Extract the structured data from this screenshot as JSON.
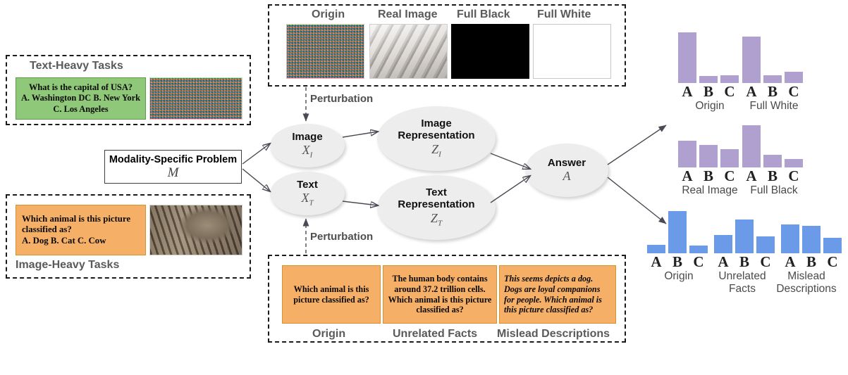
{
  "left_panels": {
    "text_heavy": {
      "label": "Text-Heavy Tasks",
      "question": "What is the capital of USA?\nA. Washington DC B. New York C. Los Angeles",
      "image_name": "noise-image"
    },
    "image_heavy": {
      "label": "Image-Heavy Tasks",
      "question": "Which animal is this picture classified as?\nA. Dog B. Cat C. Cow",
      "image_name": "cat-photo"
    }
  },
  "modality_box": {
    "title": "Modality-Specific Problem",
    "symbol": "M"
  },
  "image_perturbations": {
    "items": [
      {
        "label": "Origin",
        "kind": "noise"
      },
      {
        "label": "Real Image",
        "kind": "photo"
      },
      {
        "label": "Full Black",
        "kind": "black"
      },
      {
        "label": "Full White",
        "kind": "white"
      }
    ]
  },
  "text_perturbations": {
    "items": [
      {
        "label": "Origin",
        "text": "Which animal is this picture classified as?",
        "italic": false
      },
      {
        "label": "Unrelated Facts",
        "text": "The human body contains around 37.2 trillion cells. Which animal is this picture classified as?",
        "italic": false
      },
      {
        "label": "Mislead Descriptions",
        "text": "This seems depicts a dog. Dogs are loyal companions for people. Which animal is this picture classified as?",
        "italic": true
      }
    ]
  },
  "flow": {
    "perturbation_label_top": "Perturbation",
    "perturbation_label_bottom": "Perturbation",
    "nodes": [
      {
        "id": "image",
        "label": "Image",
        "symbol": "X",
        "sub": "I"
      },
      {
        "id": "text",
        "label": "Text",
        "symbol": "X",
        "sub": "T"
      },
      {
        "id": "image_rep",
        "label": "Image Representation",
        "symbol": "Z",
        "sub": "I"
      },
      {
        "id": "text_rep",
        "label": "Text Representation",
        "symbol": "Z",
        "sub": "T"
      },
      {
        "id": "answer",
        "label": "Answer",
        "symbol": "A",
        "sub": ""
      }
    ]
  },
  "colors": {
    "purple": "#AFA0D0",
    "blue": "#6B9BE8",
    "green": "#8FC878",
    "orange": "#F5AF66",
    "label_gray": "#5a5a5a",
    "arrow": "#4a4a55"
  },
  "chart_data": [
    {
      "type": "bar",
      "title": "Origin",
      "group": "image-perturbation-results",
      "categories": [
        "A",
        "B",
        "C"
      ],
      "values": [
        100,
        13,
        14
      ],
      "ylim": [
        0,
        100
      ],
      "color": "#AFA0D0",
      "xlabel": "",
      "ylabel": "",
      "grid": false,
      "legend": "none"
    },
    {
      "type": "bar",
      "title": "Full White",
      "group": "image-perturbation-results",
      "categories": [
        "A",
        "B",
        "C"
      ],
      "values": [
        91,
        15,
        22
      ],
      "ylim": [
        0,
        100
      ],
      "color": "#AFA0D0",
      "xlabel": "",
      "ylabel": "",
      "grid": false,
      "legend": "none"
    },
    {
      "type": "bar",
      "title": "Real Image",
      "group": "image-perturbation-results",
      "categories": [
        "A",
        "B",
        "C"
      ],
      "values": [
        45,
        38,
        31
      ],
      "ylim": [
        0,
        100
      ],
      "color": "#AFA0D0",
      "xlabel": "",
      "ylabel": "",
      "grid": false,
      "legend": "none"
    },
    {
      "type": "bar",
      "title": "Full Black",
      "group": "image-perturbation-results",
      "categories": [
        "A",
        "B",
        "C"
      ],
      "values": [
        83,
        22,
        14
      ],
      "ylim": [
        0,
        100
      ],
      "color": "#AFA0D0",
      "xlabel": "",
      "ylabel": "",
      "grid": false,
      "legend": "none"
    },
    {
      "type": "bar",
      "title": "Origin",
      "group": "text-perturbation-results",
      "categories": [
        "A",
        "B",
        "C"
      ],
      "values": [
        17,
        100,
        18
      ],
      "ylim": [
        0,
        100
      ],
      "color": "#6B9BE8",
      "xlabel": "",
      "ylabel": "",
      "grid": false,
      "legend": "none"
    },
    {
      "type": "bar",
      "title": "Unrelated Facts",
      "group": "text-perturbation-results",
      "categories": [
        "A",
        "B",
        "C"
      ],
      "values": [
        43,
        79,
        40
      ],
      "ylim": [
        0,
        100
      ],
      "color": "#6B9BE8",
      "xlabel": "",
      "ylabel": "",
      "grid": false,
      "legend": "none"
    },
    {
      "type": "bar",
      "title": "Mislead Descriptions",
      "group": "text-perturbation-results",
      "categories": [
        "A",
        "B",
        "C"
      ],
      "values": [
        68,
        65,
        37
      ],
      "ylim": [
        0,
        100
      ],
      "color": "#6B9BE8",
      "xlabel": "",
      "ylabel": "",
      "grid": false,
      "legend": "none"
    }
  ]
}
